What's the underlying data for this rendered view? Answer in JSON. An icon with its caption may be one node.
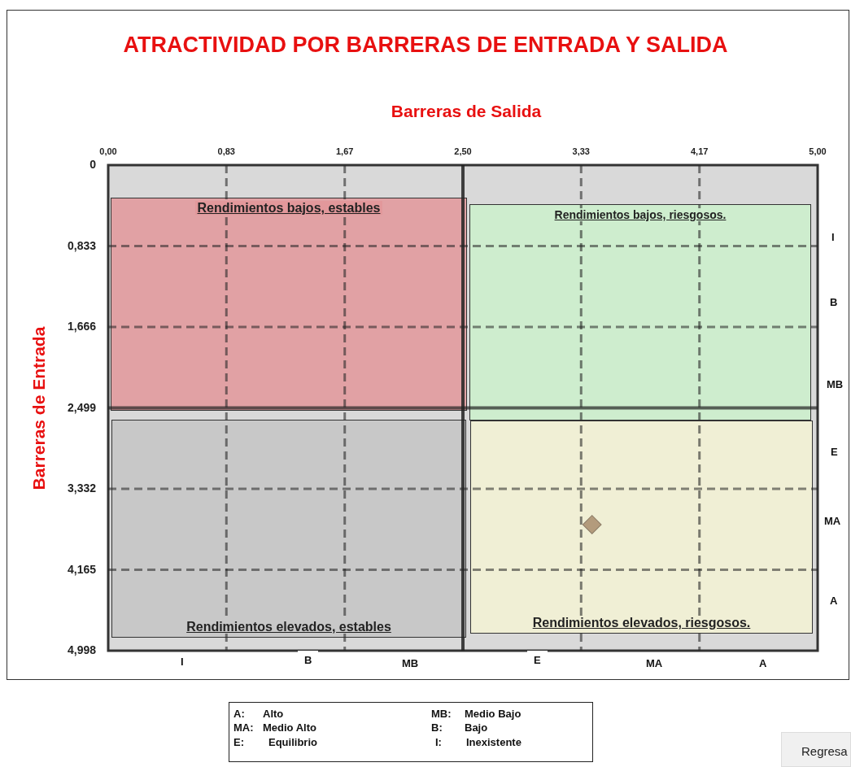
{
  "diagram": {
    "title": "ATRACTIVIDAD POR BARRERAS DE ENTRADA Y SALIDA",
    "nodes": [
      {
        "text": [
          "Rendimientos bajos, estables"
        ]
      },
      {
        "text": [
          "Rendimientos bajos, riesgosos."
        ]
      },
      {
        "text": [
          "Rendimientos elevados, estables"
        ]
      },
      {
        "text": [
          "Rendimientos elevados, riesgosos."
        ]
      }
    ],
    "labels": [
      "I",
      "B",
      "MB",
      "E",
      "MA",
      "A",
      "I",
      "B",
      "MB",
      "E",
      "MA",
      "A",
      "A:",
      "Alto",
      "MB:",
      "Medio Bajo",
      "MA:",
      "Medio Alto",
      "B:",
      "Bajo",
      "E:",
      "Equilibrio",
      "I:",
      "Inexistente",
      "Regresa"
    ],
    "chart_data": {
      "type": "scatter",
      "xlabel": "Barreras de Salida",
      "ylabel": "Barreras de Entrada",
      "x": [
        3.41
      ],
      "series": [
        {
          "color": "#b39b7c",
          "values": [
            3.7
          ]
        }
      ],
      "xlim": [
        0,
        5
      ],
      "ylim": [
        4.998,
        0
      ],
      "grid": true,
      "ref_lines": [
        {
          "axis": "x",
          "value": 2.5
        },
        {
          "axis": "y",
          "value": 2.499
        }
      ],
      "xticks": [
        {
          "value": 0,
          "label": "0,00"
        },
        {
          "value": 0.833,
          "label": "0,83"
        },
        {
          "value": 1.667,
          "label": "1,67"
        },
        {
          "value": 2.5,
          "label": "2,50"
        },
        {
          "value": 3.333,
          "label": "3,33"
        },
        {
          "value": 4.167,
          "label": "4,17"
        },
        {
          "value": 5,
          "label": "5,00"
        }
      ],
      "yticks": [
        {
          "value": 0,
          "label": "0"
        },
        {
          "value": 0.833,
          "label": "0,833"
        },
        {
          "value": 1.666,
          "label": "1,666"
        },
        {
          "value": 2.499,
          "label": "2,499"
        },
        {
          "value": 3.332,
          "label": "3,332"
        },
        {
          "value": 4.165,
          "label": "4,165"
        },
        {
          "value": 4.998,
          "label": "4,998"
        }
      ]
    }
  }
}
